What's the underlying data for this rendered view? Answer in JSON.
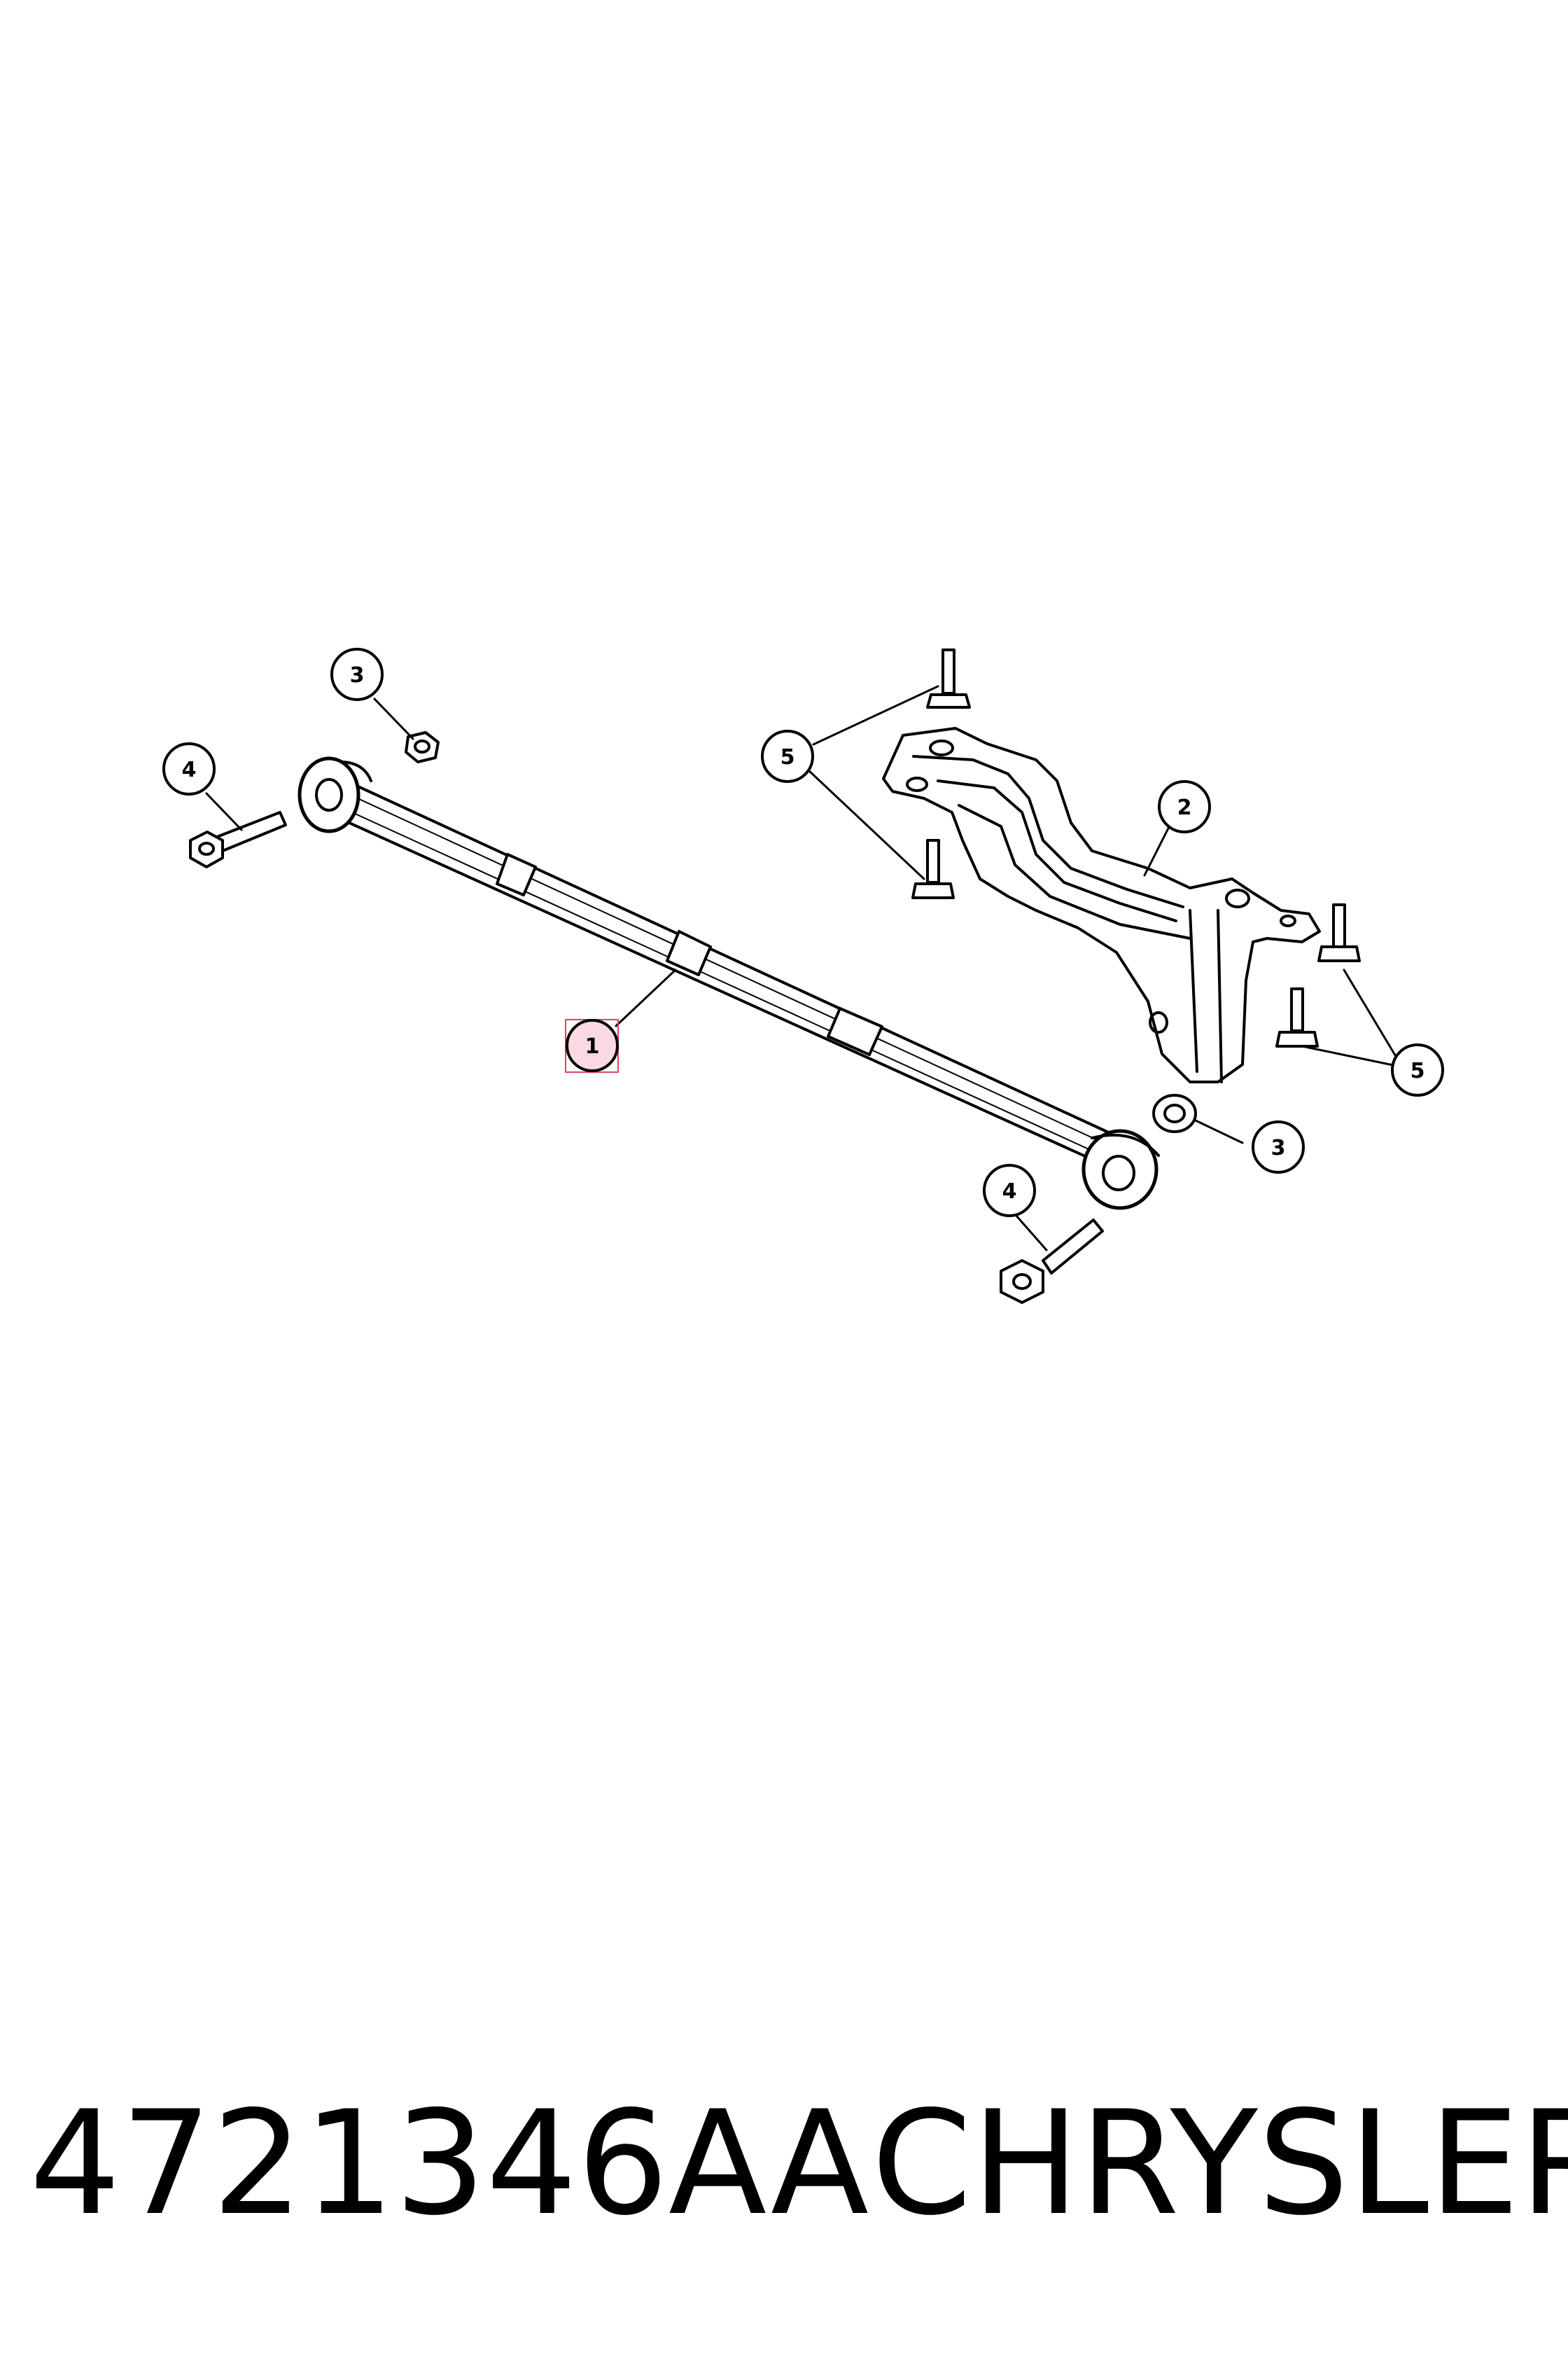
{
  "callouts": {
    "c1": "1",
    "c2": "2",
    "c3a": "3",
    "c3b": "3",
    "c4a": "4",
    "c4b": "4",
    "c5a": "5",
    "c5b": "5"
  },
  "footer": {
    "part_number": "4721346AA",
    "brand": "CHRYSLER"
  },
  "colors": {
    "line": "#000000",
    "highlight_fill": "#f9d9e2",
    "highlight_border": "#e0435a"
  }
}
